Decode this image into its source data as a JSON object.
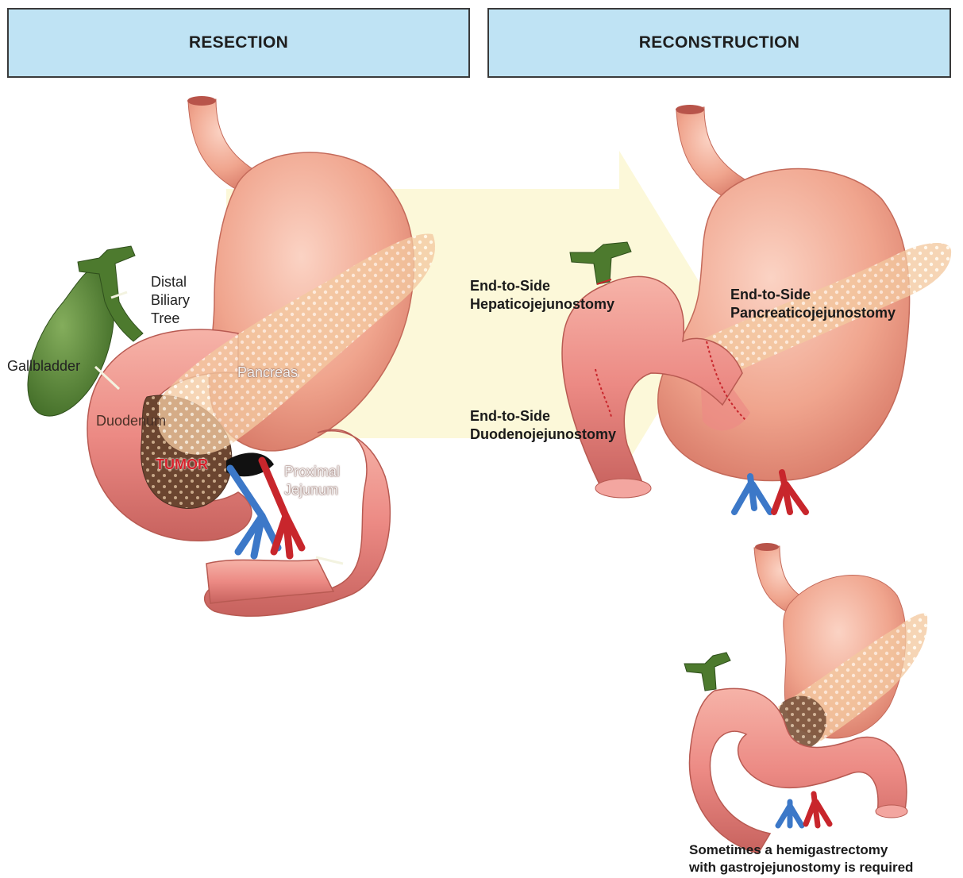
{
  "headers": {
    "resection": "RESECTION",
    "reconstruction": "RECONSTRUCTION"
  },
  "resection_labels": {
    "distal_biliary_tree": [
      "Distal",
      "Biliary",
      "Tree"
    ],
    "gallbladder": "Gallbladder",
    "pancreas": "Pancreas",
    "duodenum": "Duodenum",
    "tumor": "TUMOR",
    "proximal_jejunum": [
      "Proximal",
      "Jejunum"
    ]
  },
  "reconstruction_labels": {
    "hepaticojejunostomy": [
      "End-to-Side",
      "Hepaticojejunostomy"
    ],
    "pancreaticojejunostomy": [
      "End-to-Side",
      "Pancreaticojejunostomy"
    ],
    "duodenojejunostomy": [
      "End-to-Side",
      "Duodenojejunostomy"
    ]
  },
  "caption": [
    "Sometimes a hemigastrectomy",
    "with gastrojejunostomy is required"
  ],
  "colors": {
    "header_fill": "#bfe3f4",
    "stomach": "#f0a58e",
    "intestine": "#ec8a84",
    "biliary": "#4d7a2e",
    "pancreas": "#f3c9a0",
    "artery": "#c8262c",
    "vein": "#3c78c8",
    "arrow": "#fbf7d2",
    "tumor": "#6b4530"
  }
}
